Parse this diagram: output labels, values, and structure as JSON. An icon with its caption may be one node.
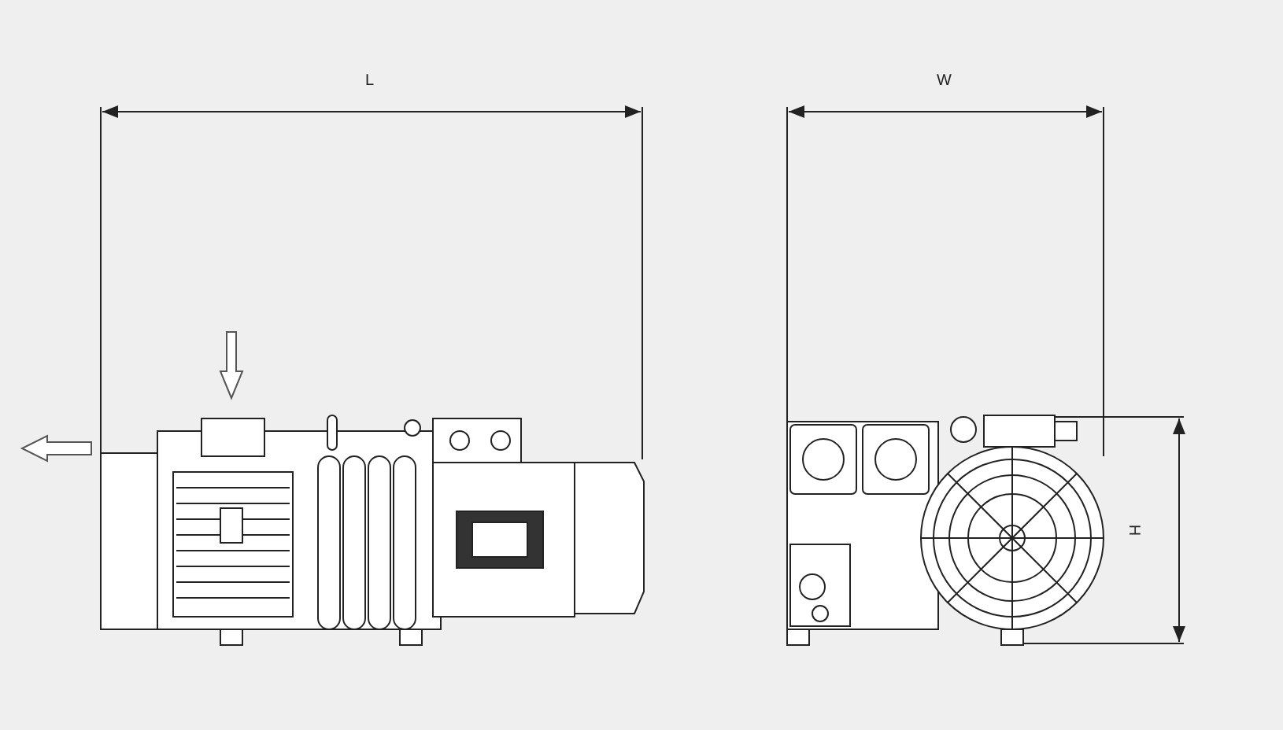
{
  "diagram": {
    "labels": [
      "L",
      "W",
      "H"
    ]
  }
}
